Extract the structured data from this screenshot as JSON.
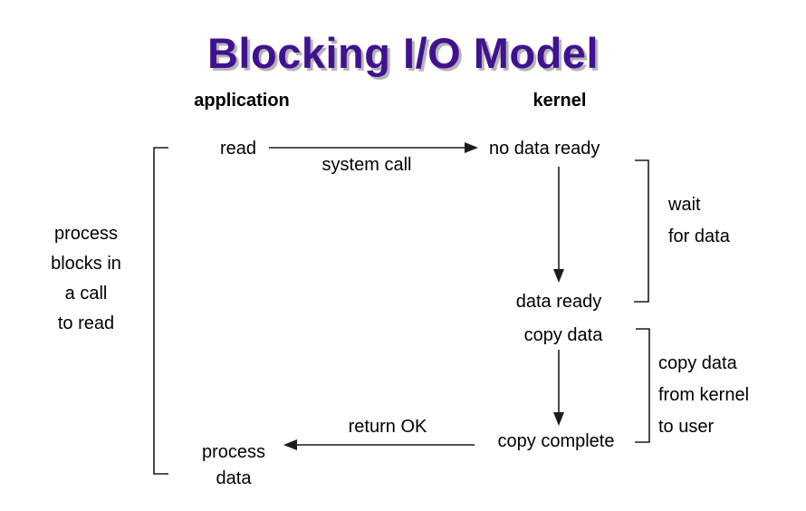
{
  "title": "Blocking I/O Model",
  "columns": {
    "application": "application",
    "kernel": "kernel"
  },
  "flow": {
    "read": "read",
    "system_call": "system call",
    "no_data_ready": "no data ready",
    "data_ready": "data ready",
    "copy_data": "copy data",
    "copy_complete": "copy complete",
    "return_ok": "return OK",
    "process_data": {
      "line1": "process",
      "line2": "data"
    }
  },
  "annotations": {
    "process_blocks": {
      "line1": "process",
      "line2": "blocks in",
      "line3": "a call",
      "line4": "to read"
    },
    "wait_for_data": {
      "line1": "wait",
      "line2": "for data"
    },
    "copy_kernel_to_user": {
      "line1": "copy data",
      "line2": "from kernel",
      "line3": "to user"
    }
  },
  "colors": {
    "title": "#41128F",
    "title_shadow": "#b3b3b3",
    "text": "#000000",
    "line": "#1c1c1c",
    "background": "#ffffff"
  }
}
